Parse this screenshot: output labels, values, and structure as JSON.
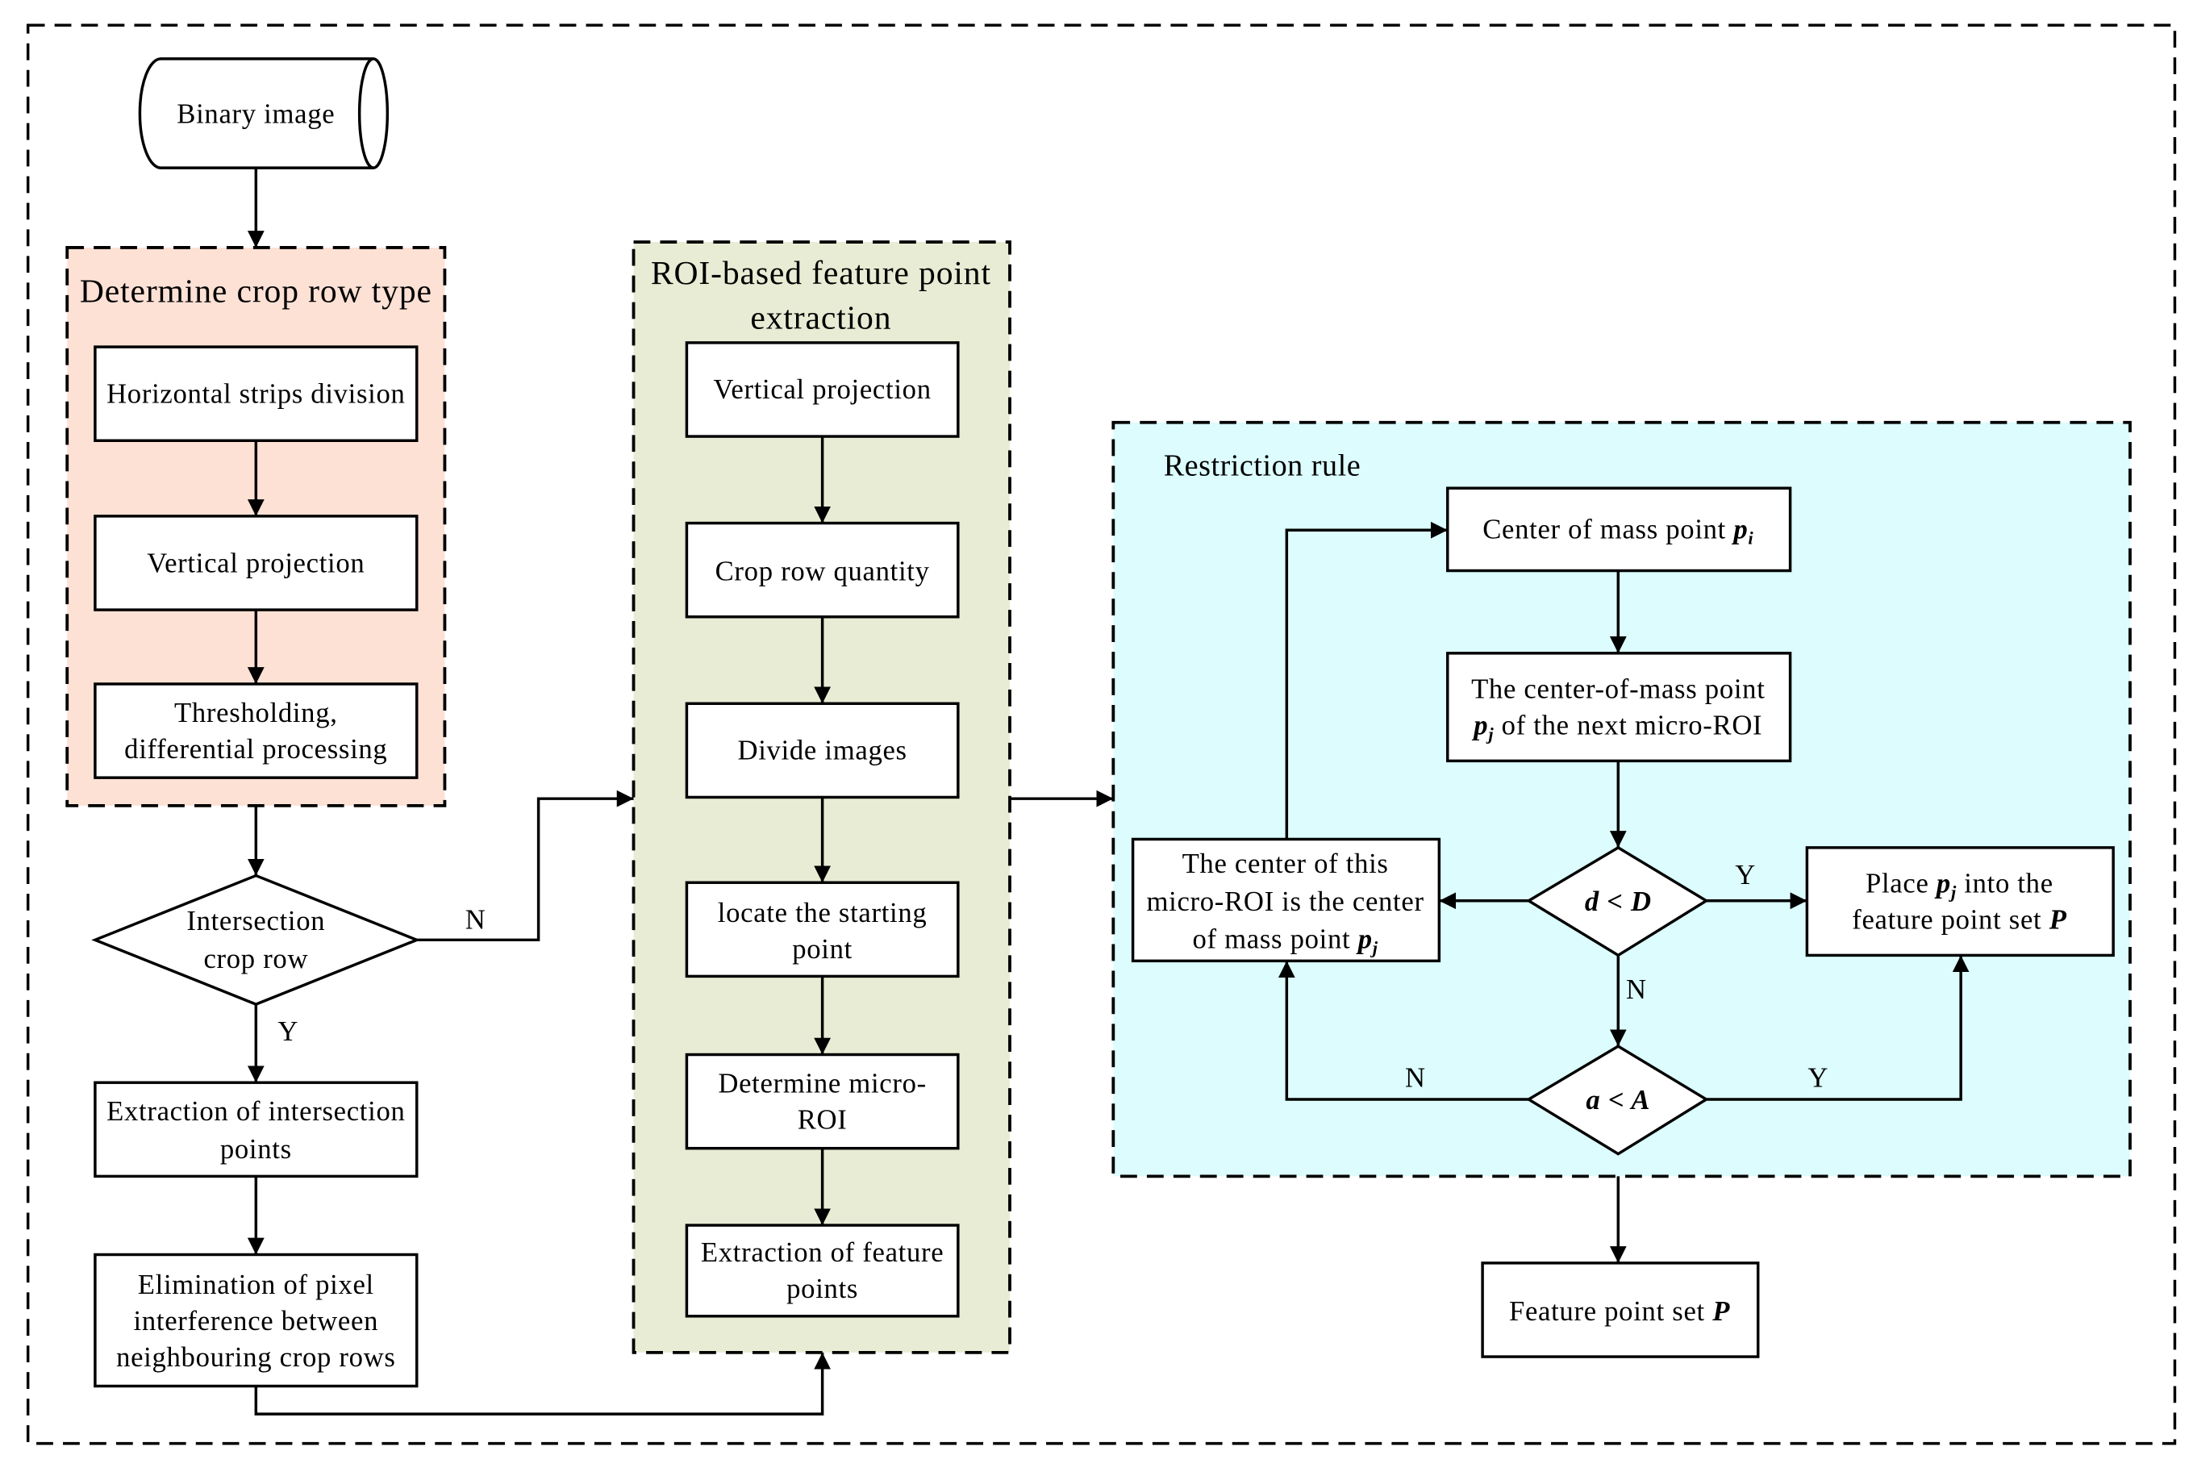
{
  "colors": {
    "crop_row_group_fill": "#fde1d5",
    "roi_group_fill": "#e8ecd4",
    "restriction_group_fill": "#dcfcfd"
  },
  "source": {
    "label": "Binary image"
  },
  "crop_row_type": {
    "title": "Determine crop row type",
    "horizontal_strips": "Horizontal strips division",
    "vertical_projection": "Vertical projection",
    "thresholding": [
      "Thresholding,",
      "differential processing"
    ]
  },
  "intersection_check": {
    "lines": [
      "Intersection",
      "crop row"
    ],
    "no": "N",
    "yes": "Y"
  },
  "intersection_branch": {
    "extraction": [
      "Extraction of intersection",
      "points"
    ],
    "elimination": [
      "Elimination of pixel",
      "interference between",
      "neighbouring crop rows"
    ]
  },
  "roi_extraction": {
    "title": [
      "ROI-based feature point",
      "extraction"
    ],
    "vertical_projection": "Vertical projection",
    "crop_row_quantity": "Crop row quantity",
    "divide_images": "Divide images",
    "locate_start": [
      "locate the starting",
      "point"
    ],
    "determine_micro_roi": [
      "Determine micro-",
      "ROI"
    ],
    "extract_features": [
      "Extraction of feature",
      "points"
    ]
  },
  "restriction_rule": {
    "title": "Restriction rule",
    "center_of_mass": {
      "text": "Center of mass point ",
      "var": "p",
      "sub": "i"
    },
    "next_center": {
      "line1": "The center-of-mass point",
      "var": "p",
      "sub": "j",
      "rest": " of the next micro-ROI"
    },
    "distance_check": {
      "label": "d < D",
      "yes": "Y",
      "no": "N"
    },
    "angle_check": {
      "label": "a < A",
      "yes": "Y",
      "no": "N"
    },
    "place_point": {
      "pre": "Place ",
      "var": "p",
      "sub": "j",
      "post": " into the",
      "line2": "feature point set ",
      "set_var": "P"
    },
    "recenter": {
      "line1": "The center of this",
      "line2": "micro-ROI is the center",
      "line3": "of mass point ",
      "var": "p",
      "sub": "j"
    }
  },
  "output": {
    "text": "Feature point set ",
    "set_var": "P"
  }
}
